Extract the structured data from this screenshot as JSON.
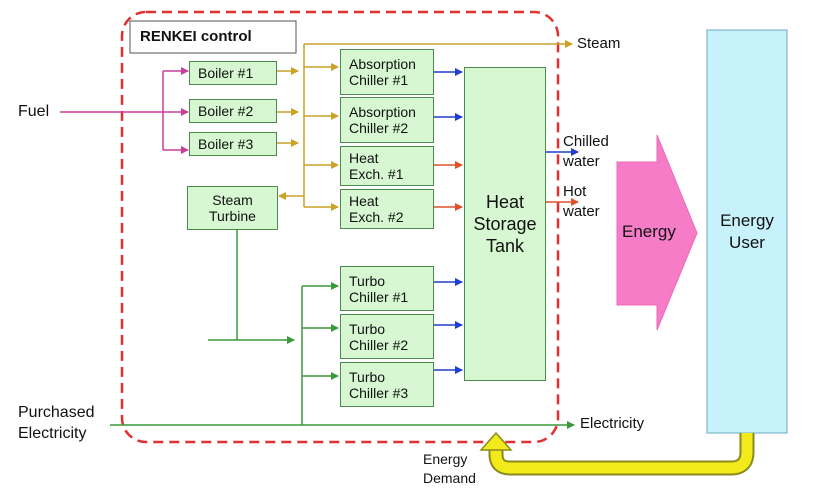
{
  "control": {
    "title": "RENKEI control"
  },
  "inputs": {
    "fuel": "Fuel",
    "purchased_line1": "Purchased",
    "purchased_line2": "Electricity"
  },
  "boilers": [
    "Boiler #1",
    "Boiler #2",
    "Boiler #3"
  ],
  "steam_turbine": {
    "line1": "Steam",
    "line2": "Turbine"
  },
  "absorption_chillers": [
    {
      "line1": "Absorption",
      "line2": "Chiller #1"
    },
    {
      "line1": "Absorption",
      "line2": "Chiller #2"
    }
  ],
  "heat_exchangers": [
    {
      "line1": "Heat",
      "line2": "Exch. #1"
    },
    {
      "line1": "Heat",
      "line2": "Exch. #2"
    }
  ],
  "turbo_chillers": [
    {
      "line1": "Turbo",
      "line2": "Chiller #1"
    },
    {
      "line1": "Turbo",
      "line2": "Chiller #2"
    },
    {
      "line1": "Turbo",
      "line2": "Chiller #3"
    }
  ],
  "heat_storage_tank": {
    "line1": "Heat",
    "line2": "Storage",
    "line3": "Tank"
  },
  "outputs": {
    "steam": "Steam",
    "chilled_line1": "Chilled",
    "chilled_line2": "water",
    "hot_line1": "Hot",
    "hot_line2": "water",
    "electricity": "Electricity"
  },
  "energy_arrow": {
    "label": "Energy"
  },
  "energy_user": {
    "line1": "Energy",
    "line2": "User"
  },
  "energy_demand": {
    "line1": "Energy",
    "line2": "Demand"
  },
  "colors": {
    "boiler_box": "#d6f7d1",
    "fuel_line": "#c83f9a",
    "steam_line": "#c9a227",
    "electric_line": "#3a9a3a",
    "chilled_line": "#1f3fd0",
    "hot_line": "#e0502a",
    "energy_arrow": "#f77cc8",
    "energy_user": "#c8f2fb",
    "demand_arrow": "#f3ea1c",
    "control_border": "#e03030"
  }
}
